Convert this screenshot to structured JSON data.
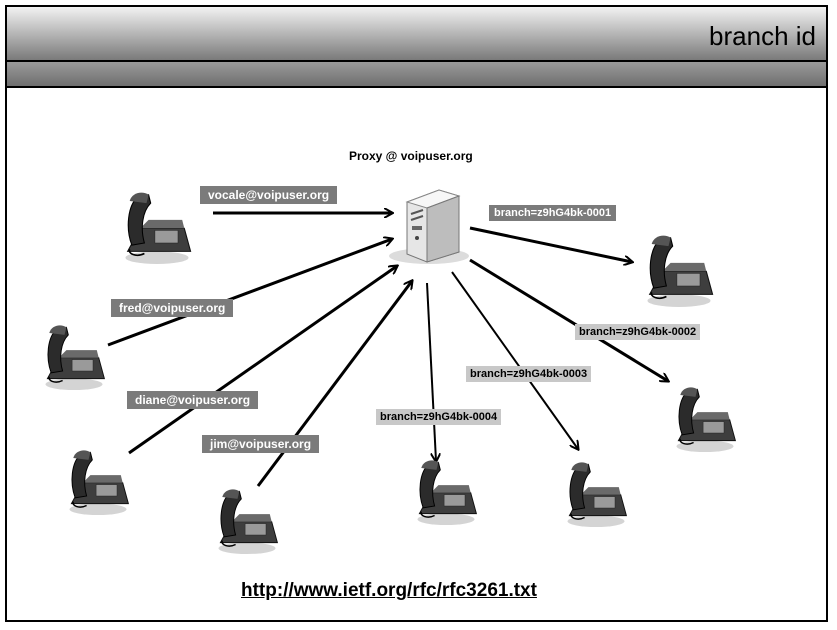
{
  "title": "branch id",
  "proxy_label": "Proxy @ voipuser.org",
  "users": {
    "vocale": "vocale@voipuser.org",
    "fred": "fred@voipuser.org",
    "diane": "diane@voipuser.org",
    "jim": "jim@voipuser.org"
  },
  "branches": {
    "b1": "branch=z9hG4bk-0001",
    "b2": "branch=z9hG4bk-0002",
    "b3": "branch=z9hG4bk-0003",
    "b4": "branch=z9hG4bk-0004"
  },
  "url": "http://www.ietf.org/rfc/rfc3261.txt",
  "icons": [
    "phone-icon",
    "server-icon"
  ]
}
